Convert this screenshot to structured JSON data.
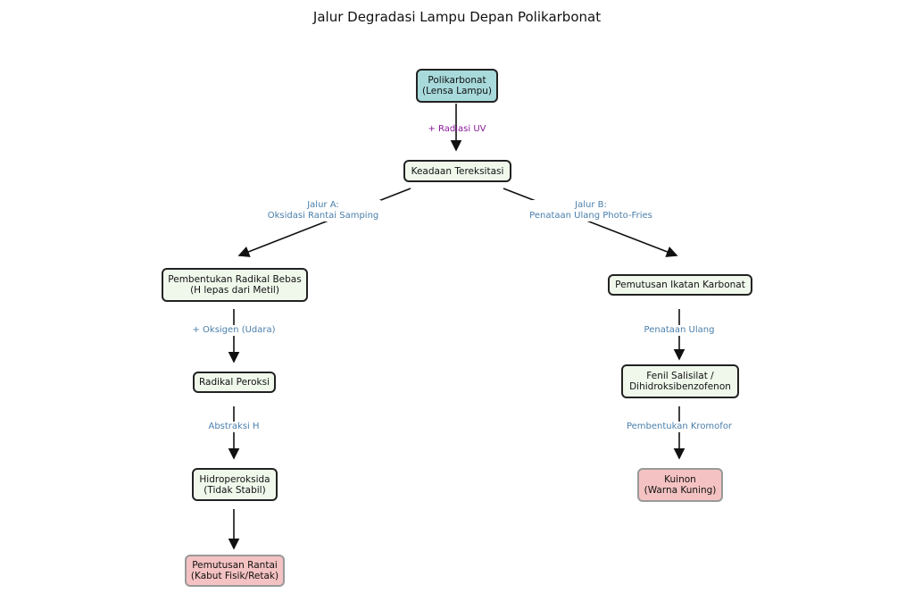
{
  "title": "Jalur Degradasi Lampu Depan Polikarbonat",
  "colors": {
    "start": "#a8dadc",
    "process": "#f0f8ec",
    "end": "#f4c2c2",
    "edge_label": "#4a7fab",
    "uv_label": "#8b1a9b"
  },
  "nodes": {
    "polycarbonate": "Polikarbonat\n(Lensa Lampu)",
    "excited": "Keadaan Tereksitasi",
    "radical": "Pembentukan Radikal Bebas\n(H lepas dari Metil)",
    "peroxy": "Radikal Peroksi",
    "hydroperoxide": "Hidroperoksida\n(Tidak Stabil)",
    "chain_scission": "Pemutusan Rantai\n(Kabut Fisik/Retak)",
    "carbonate_cleavage": "Pemutusan Ikatan Karbonat",
    "phenyl_salicylate": "Fenil Salisilat /\nDihidroksibenzofenon",
    "quinone": "Kuinon\n(Warna Kuning)"
  },
  "edges": {
    "uv": "+ Radiasi UV",
    "path_a": "Jalur A:\nOksidasi Rantai Samping",
    "path_b": "Jalur B:\nPenataan Ulang Photo-Fries",
    "oxygen": "+ Oksigen (Udara)",
    "h_abstraction": "Abstraksi H",
    "rearrangement": "Penataan Ulang",
    "chromophore": "Pembentukan Kromofor"
  }
}
